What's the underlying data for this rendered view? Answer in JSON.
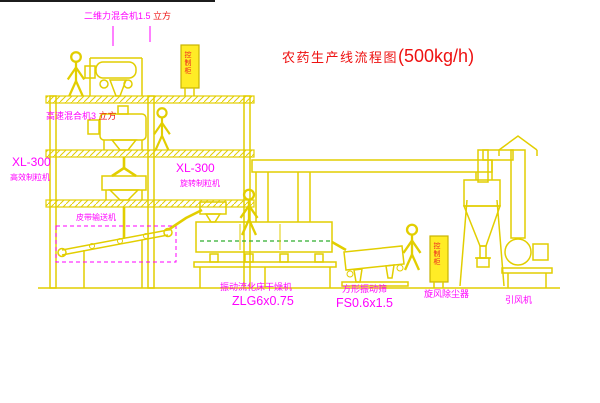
{
  "title": {
    "main": "农药生产线流程图",
    "capacity": "(500kg/h)"
  },
  "labels": {
    "mixer2d_main": "二维力混合机1.5",
    "mixer2d_unit": "立方",
    "highspeed_main": "高速混合机3",
    "highspeed_unit": "立方",
    "granulator_left_model": "XL-300",
    "granulator_left_name": "高效制粒机",
    "granulator_mid_model": "XL-300",
    "granulator_mid_name": "旋转制粒机",
    "belt_conveyor": "皮带输送机",
    "dryer_name": "振动流化床干燥机",
    "dryer_model": "ZLG6x0.75",
    "screen_name": "方形振动筛",
    "screen_model": "FS0.6x1.5",
    "cyclone_name": "旋风除尘器",
    "fan_name": "引风机",
    "cabinet1": "控制柜",
    "cabinet2": "控制柜"
  },
  "colors": {
    "background": "#ffffff",
    "line_yellow": "#e2ce00",
    "accent_green": "#2fae2f",
    "text_magenta": "#ff00ff",
    "text_red": "#ee1111"
  }
}
